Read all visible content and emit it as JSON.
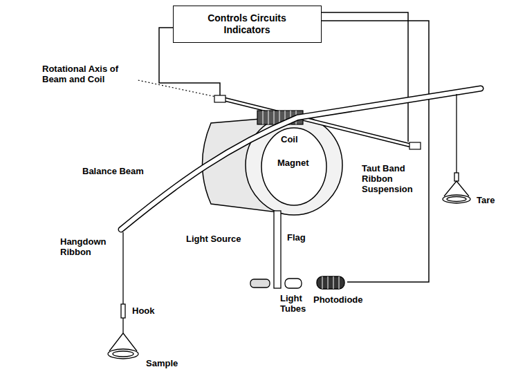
{
  "diagram": {
    "nodes": [
      {
        "text": [
          "Controls Circuits Indicators"
        ]
      }
    ],
    "edges": [],
    "labels": [
      "Rotational Axis of Beam and Coil",
      "Balance Beam",
      "Coil",
      "Magnet",
      "Taut Band Ribbon Suspension",
      "Tare",
      "Hangdown Ribbon",
      "Light Source",
      "Flag",
      "Light Tubes",
      "Photodiode",
      "Hook",
      "Sample"
    ]
  }
}
